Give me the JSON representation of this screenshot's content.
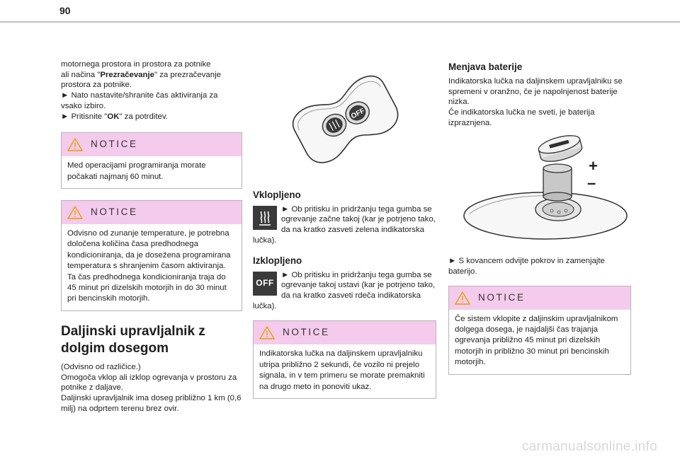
{
  "page": {
    "number": "90",
    "watermark": "carmanualsonline.info"
  },
  "col1": {
    "lines": [
      "motornega prostora in prostora za potnike",
      "ali načina \"",
      "Prezračevanje",
      "\" za prezračevanje",
      "prostora za potnike.",
      "► Nato nastavite/shranite čas aktiviranja za",
      "vsako izbiro.",
      "► Pritisnite \"",
      "OK",
      "\" za potrditev."
    ],
    "notice1": {
      "title": "NOTICE",
      "text": "Med operacijami programiranja morate počakati najmanj 60 minut."
    },
    "notice2": {
      "title": "NOTICE",
      "text": "Odvisno od zunanje temperature, je potrebna določena količina časa predhodnega kondicioniranja, da je dosežena programirana temperatura s shranjenim časom aktiviranja. Ta čas predhodnega kondicioniranja traja do 45 minut pri dizelskih motorjih in do 30 minut pri bencinskih motorjih."
    },
    "heading": "Daljinski upravljalnik z dolgim dosegom",
    "body": [
      "(Odvisno od različice.)",
      "Omogoča vklop ali izklop ogrevanja v prostoru za potnike z daljave.",
      "Daljinski upravljalnik ima doseg približno 1 km (0,6 milj) na odprtem terenu brez ovir."
    ]
  },
  "col2": {
    "remote_off_label": "OFF",
    "on_heading": "Vklopljeno",
    "on_text": "► Ob pritisku in pridržanju tega gumba se ogrevanje začne takoj (kar je potrjeno tako, da na kratko zasveti zelena indikatorska lučka).",
    "off_heading": "Izklopljeno",
    "off_icon_label": "OFF",
    "off_text": "► Ob pritisku in pridržanju tega gumba se ogrevanje takoj ustavi (kar je potrjeno tako, da na kratko zasveti rdeča indikatorska lučka).",
    "notice": {
      "title": "NOTICE",
      "text": "Indikatorska lučka na daljinskem upravljalniku utripa približno 2 sekundi, če vozilo ni prejelo signala, in v tem primeru se morate premakniti na drugo meto in ponoviti ukaz."
    }
  },
  "col3": {
    "heading": "Menjava baterije",
    "body": [
      "Indikatorska lučka na daljinskem upravljalniku se spremeni v oranžno, če je napolnjenost baterije nizka.",
      "Če indikatorska lučka ne sveti, je baterija izpraznjena."
    ],
    "battery_plus": "+",
    "battery_minus": "–",
    "step": "► S kovancem odvijte pokrov in zamenjajte baterijo.",
    "notice": {
      "title": "NOTICE",
      "text": "Če sistem vklopite z daljinskim upravljalnikom dolgega dosega, je najdaljši čas trajanja ogrevanja približno 45 minut pri dizelskih motorjih in približno 30 minut pri bencinskih motorjih."
    }
  }
}
